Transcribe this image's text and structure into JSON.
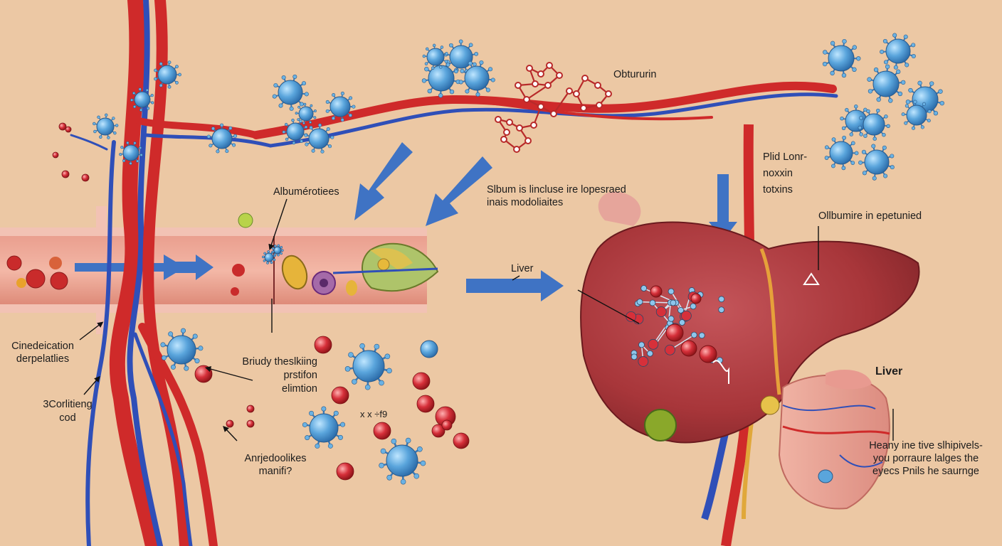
{
  "labels": {
    "obtururin": "Obtururin",
    "plid_lines": [
      "Plid Lonr-",
      "noxxin",
      "totxins"
    ],
    "albumerotiees": "Albumérotiees",
    "silbum_lines": [
      "Slbum is lincluse ire lopesraed",
      "inais modoliaites"
    ],
    "olbumire": "Ollbumire in epetunied",
    "liver_arrow": "Liver",
    "liver_right": "Liver",
    "cinedeication_lines": [
      "Cinedeication",
      "derpelatlies"
    ],
    "corliting_lines": [
      "3Corlitieng",
      "cod"
    ],
    "briudy_lines": [
      "Briudy theslkiing",
      "prstifon",
      "elimtion"
    ],
    "anrjedoolikes_lines": [
      "Anrjedoolikes",
      "manifi?"
    ],
    "small_marks": "x  x ÷f9",
    "heany_lines": [
      "Heany ine tive slhipivels-",
      "you porraure lalges the",
      "eyecs Pnils he saurnge"
    ]
  },
  "icons": {
    "arrows": "blue-flow-arrow",
    "particle_blue": "blue-spiked-particle",
    "particle_red": "red-sphere",
    "molecule": "red-ring-molecule"
  },
  "colors": {
    "background": "#ecc8a4",
    "artery": "#cf2a2a",
    "vein": "#2f4fb8",
    "arrow": "#3f73c4",
    "liver": "#a8363a",
    "particle": "#5aa5dc",
    "sphere": "#d6303a"
  }
}
